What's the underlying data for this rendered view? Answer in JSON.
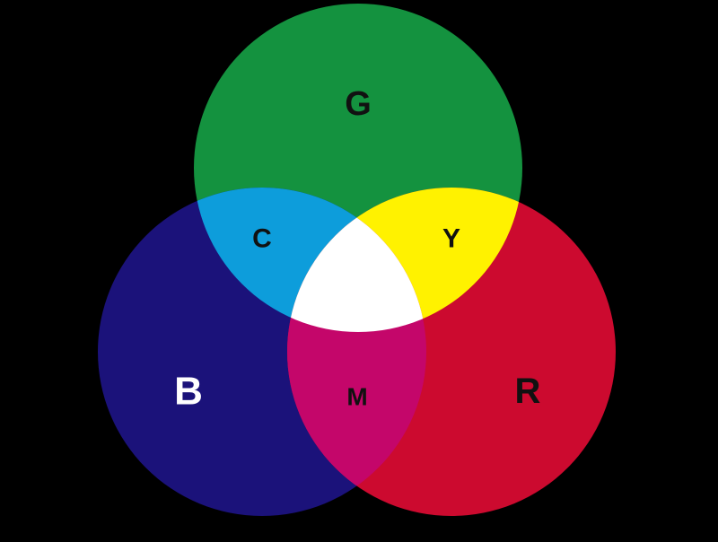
{
  "diagram": {
    "background_color": "#000000",
    "circles": [
      {
        "name": "green",
        "label": "G",
        "color": "#14923f",
        "label_color": "#111111"
      },
      {
        "name": "blue",
        "label": "B",
        "color": "#1b127a",
        "label_color": "#ffffff"
      },
      {
        "name": "red",
        "label": "R",
        "color": "#cc0a2f",
        "label_color": "#111111"
      }
    ],
    "overlaps": [
      {
        "name": "cyan",
        "label": "C",
        "color": "#0d9ddb",
        "label_color": "#111111"
      },
      {
        "name": "yellow",
        "label": "Y",
        "color": "#fff200",
        "label_color": "#111111"
      },
      {
        "name": "magenta",
        "label": "M",
        "color": "#c4066a",
        "label_color": "#111111"
      },
      {
        "name": "white",
        "label": "",
        "color": "#ffffff",
        "label_color": "#111111"
      }
    ]
  }
}
